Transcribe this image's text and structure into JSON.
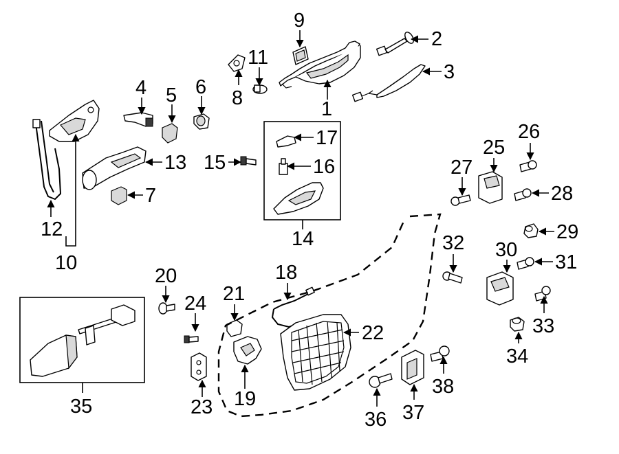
{
  "diagram": {
    "callouts": [
      {
        "id": "1",
        "text": "1"
      },
      {
        "id": "2",
        "text": "2"
      },
      {
        "id": "3",
        "text": "3"
      },
      {
        "id": "4",
        "text": "4"
      },
      {
        "id": "5",
        "text": "5"
      },
      {
        "id": "6",
        "text": "6"
      },
      {
        "id": "7",
        "text": "7"
      },
      {
        "id": "8",
        "text": "8"
      },
      {
        "id": "9",
        "text": "9"
      },
      {
        "id": "10",
        "text": "10"
      },
      {
        "id": "11",
        "text": "11"
      },
      {
        "id": "12",
        "text": "12"
      },
      {
        "id": "13",
        "text": "13"
      },
      {
        "id": "14",
        "text": "14"
      },
      {
        "id": "15",
        "text": "15"
      },
      {
        "id": "16",
        "text": "16"
      },
      {
        "id": "17",
        "text": "17"
      },
      {
        "id": "18",
        "text": "18"
      },
      {
        "id": "19",
        "text": "19"
      },
      {
        "id": "20",
        "text": "20"
      },
      {
        "id": "21",
        "text": "21"
      },
      {
        "id": "22",
        "text": "22"
      },
      {
        "id": "23",
        "text": "23"
      },
      {
        "id": "24",
        "text": "24"
      },
      {
        "id": "25",
        "text": "25"
      },
      {
        "id": "26",
        "text": "26"
      },
      {
        "id": "27",
        "text": "27"
      },
      {
        "id": "28",
        "text": "28"
      },
      {
        "id": "29",
        "text": "29"
      },
      {
        "id": "30",
        "text": "30"
      },
      {
        "id": "31",
        "text": "31"
      },
      {
        "id": "32",
        "text": "32"
      },
      {
        "id": "33",
        "text": "33"
      },
      {
        "id": "34",
        "text": "34"
      },
      {
        "id": "35",
        "text": "35"
      },
      {
        "id": "36",
        "text": "36"
      },
      {
        "id": "37",
        "text": "37"
      },
      {
        "id": "38",
        "text": "38"
      }
    ]
  }
}
